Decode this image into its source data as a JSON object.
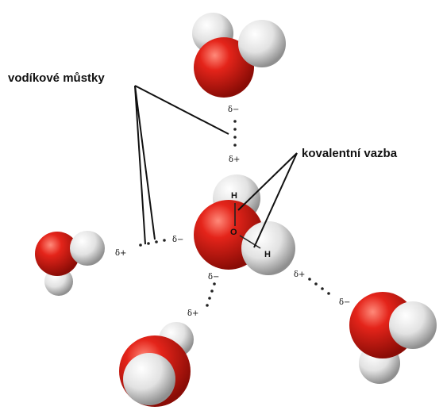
{
  "labels": {
    "hydrogen_bonds": "vodíkové můstky",
    "covalent_bond": "kovalentní vazba"
  },
  "atoms": {
    "hydrogen_top": "H",
    "oxygen": "O",
    "hydrogen_right": "H"
  },
  "charges": {
    "top_minus": "δ−",
    "top_plus": "δ+",
    "left_plus": "δ+",
    "left_minus": "δ−",
    "bottom_minus": "δ−",
    "bottom_plus": "δ+",
    "right_plus": "δ+",
    "right_minus": "δ−"
  },
  "colors": {
    "oxygen": "#d01810",
    "hydrogen": "#e6e6e6"
  }
}
